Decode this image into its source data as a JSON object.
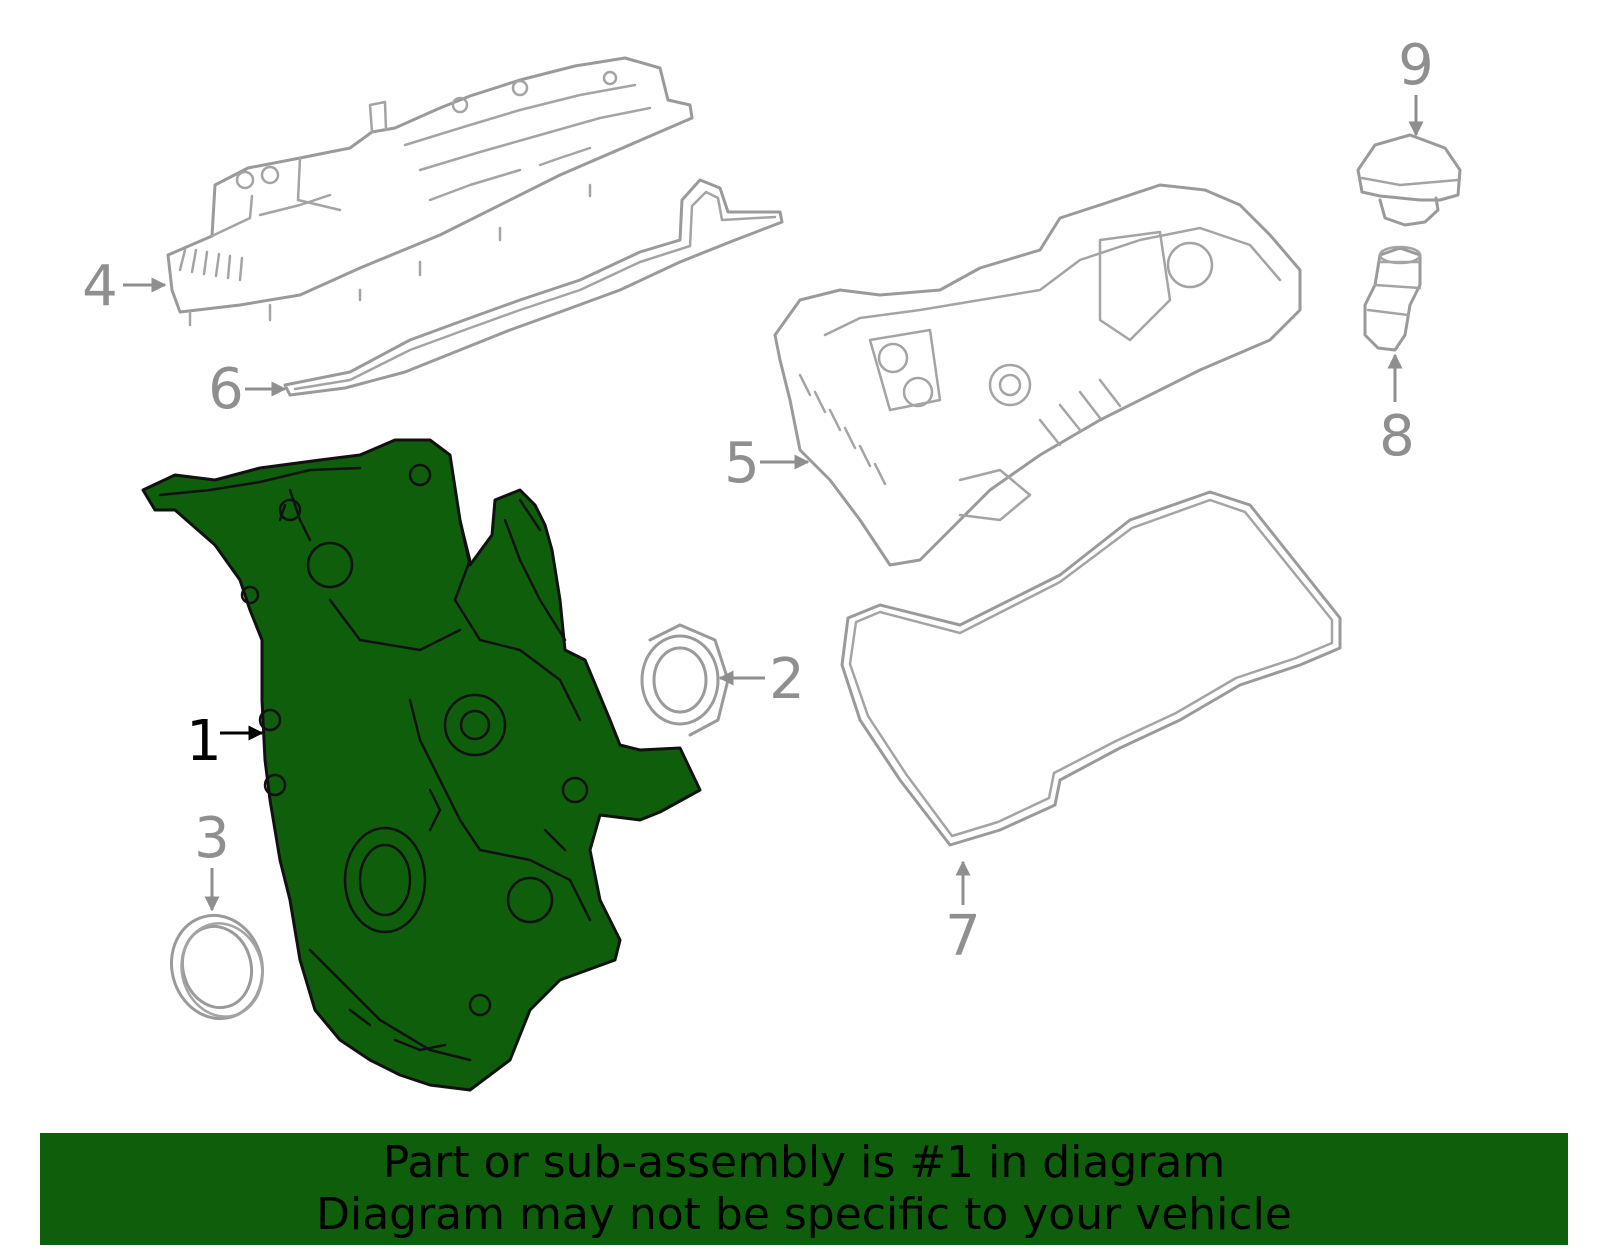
{
  "colors": {
    "highlight": "#0f5e0c",
    "part_line": "#9a9a9a",
    "highlight_line": "#111111",
    "callout_text": "#8f8f8f",
    "callout_text_highlight": "#000000"
  },
  "callouts": {
    "c1": "1",
    "c2": "2",
    "c3": "3",
    "c4": "4",
    "c5": "5",
    "c6": "6",
    "c7": "7",
    "c8": "8",
    "c9": "9"
  },
  "highlighted_part": "1",
  "banner": {
    "line1": "Part or sub-assembly is #1 in diagram",
    "line2": "Diagram may not be specific to your vehicle"
  }
}
